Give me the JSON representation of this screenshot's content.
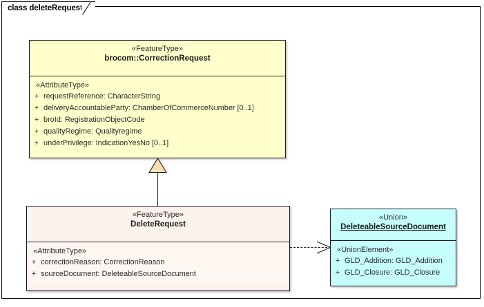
{
  "diagram": {
    "frame_label": "class deleteRequest",
    "background": "#ffffff",
    "border_color": "#000000"
  },
  "classes": [
    {
      "id": "correctionrequest",
      "stereotype": "«FeatureType»",
      "name": "brocom::CorrectionRequest",
      "name_underlined": false,
      "fill": "#ffffcc",
      "compartment_label": "«AttributeType»",
      "attributes": [
        {
          "visibility": "+",
          "text": "requestReference: CharacterString"
        },
        {
          "visibility": "+",
          "text": "deliveryAccountableParty: ChamberOfCommerceNumber [0..1]"
        },
        {
          "visibility": "+",
          "text": "broId: RegistrationObjectCode"
        },
        {
          "visibility": "+",
          "text": "qualityRegime: Qualityregime"
        },
        {
          "visibility": "+",
          "text": "underPrivilege: IndicationYesNo [0..1]"
        }
      ]
    },
    {
      "id": "deleterequest",
      "stereotype": "«FeatureType»",
      "name": "DeleteRequest",
      "name_underlined": false,
      "fill": "#fdf3ed",
      "compartment_label": "«AttributeType»",
      "attributes": [
        {
          "visibility": "+",
          "text": "correctionReason: CorrectionReason"
        },
        {
          "visibility": "+",
          "text": "sourceDocument: DeleteableSourceDocument"
        }
      ]
    },
    {
      "id": "deleteablesourcedocument",
      "stereotype": "«Union»",
      "name": "DeleteableSourceDocument",
      "name_underlined": true,
      "fill": "#c6fdfd",
      "compartment_label": "«UnionElement»",
      "attributes": [
        {
          "visibility": "+",
          "text": "GLD_Addition: GLD_Addition"
        },
        {
          "visibility": "+",
          "text": "GLD_Closure: GLD_Closure"
        }
      ]
    }
  ],
  "connectors": [
    {
      "id": "generalization",
      "kind": "generalization",
      "from": "DeleteRequest",
      "to": "brocom::CorrectionRequest",
      "line_style": "solid",
      "arrow": "hollow-triangle",
      "arrow_fill": "#f5dfb4"
    },
    {
      "id": "dependency",
      "kind": "dependency",
      "from": "DeleteRequest",
      "to": "DeleteableSourceDocument",
      "line_style": "dashed",
      "arrow": "open-arrow",
      "arrow_fill": "none"
    }
  ]
}
